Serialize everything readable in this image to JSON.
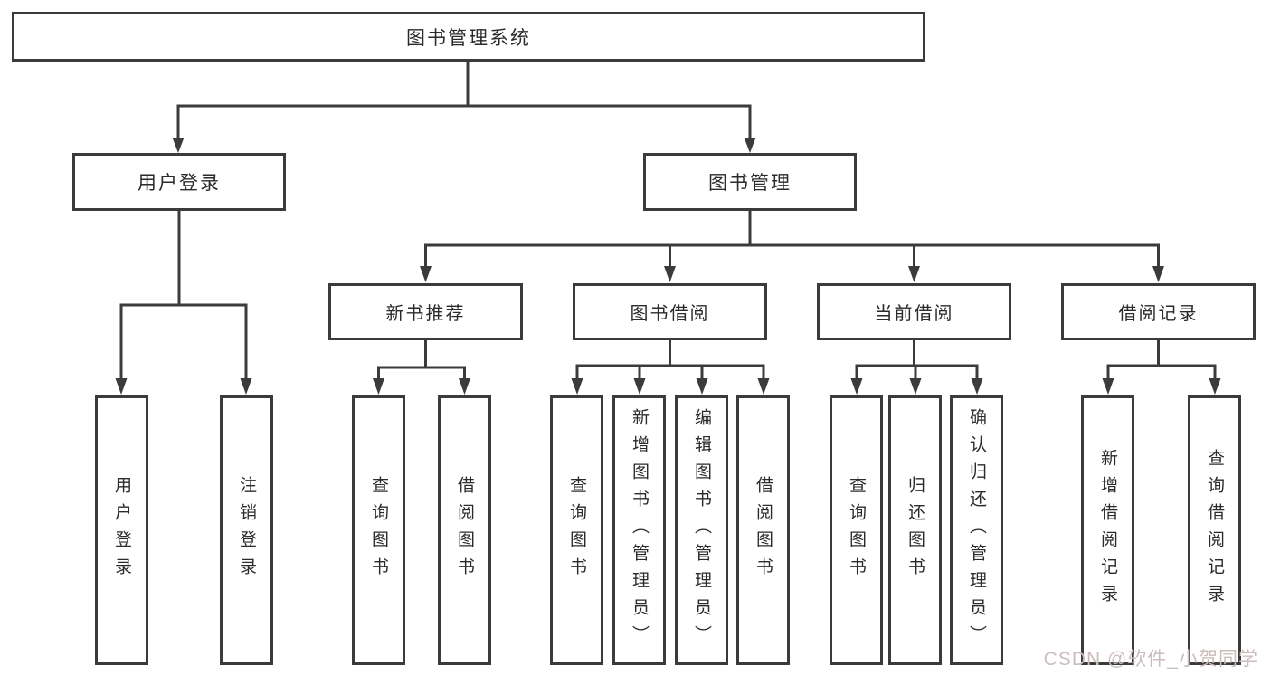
{
  "nodes": {
    "root": "图书管理系统",
    "level1": {
      "user_login": "用户登录",
      "book_management": "图书管理"
    },
    "level2": {
      "new_book_recommend": "新书推荐",
      "book_borrow": "图书借阅",
      "current_borrow": "当前借阅",
      "borrow_records": "借阅记录"
    }
  },
  "leaves": {
    "user_login": [
      "用户登录",
      "注销登录"
    ],
    "new_book_recommend": [
      "查询图书",
      "借阅图书"
    ],
    "book_borrow": [
      "查询图书",
      "新增图书（管理员）",
      "编辑图书（管理员）",
      "借阅图书"
    ],
    "current_borrow": [
      "查询图书",
      "归还图书",
      "确认归还（管理员）"
    ],
    "borrow_records": [
      "新增借阅记录",
      "查询借阅记录"
    ]
  },
  "watermark": {
    "text": "CSDN @软件_小贺同学"
  },
  "colors": {
    "line": "#3b3b3b",
    "text": "#2b2b2b",
    "watermark": "#ccbdbd",
    "background": "#ffffff"
  }
}
